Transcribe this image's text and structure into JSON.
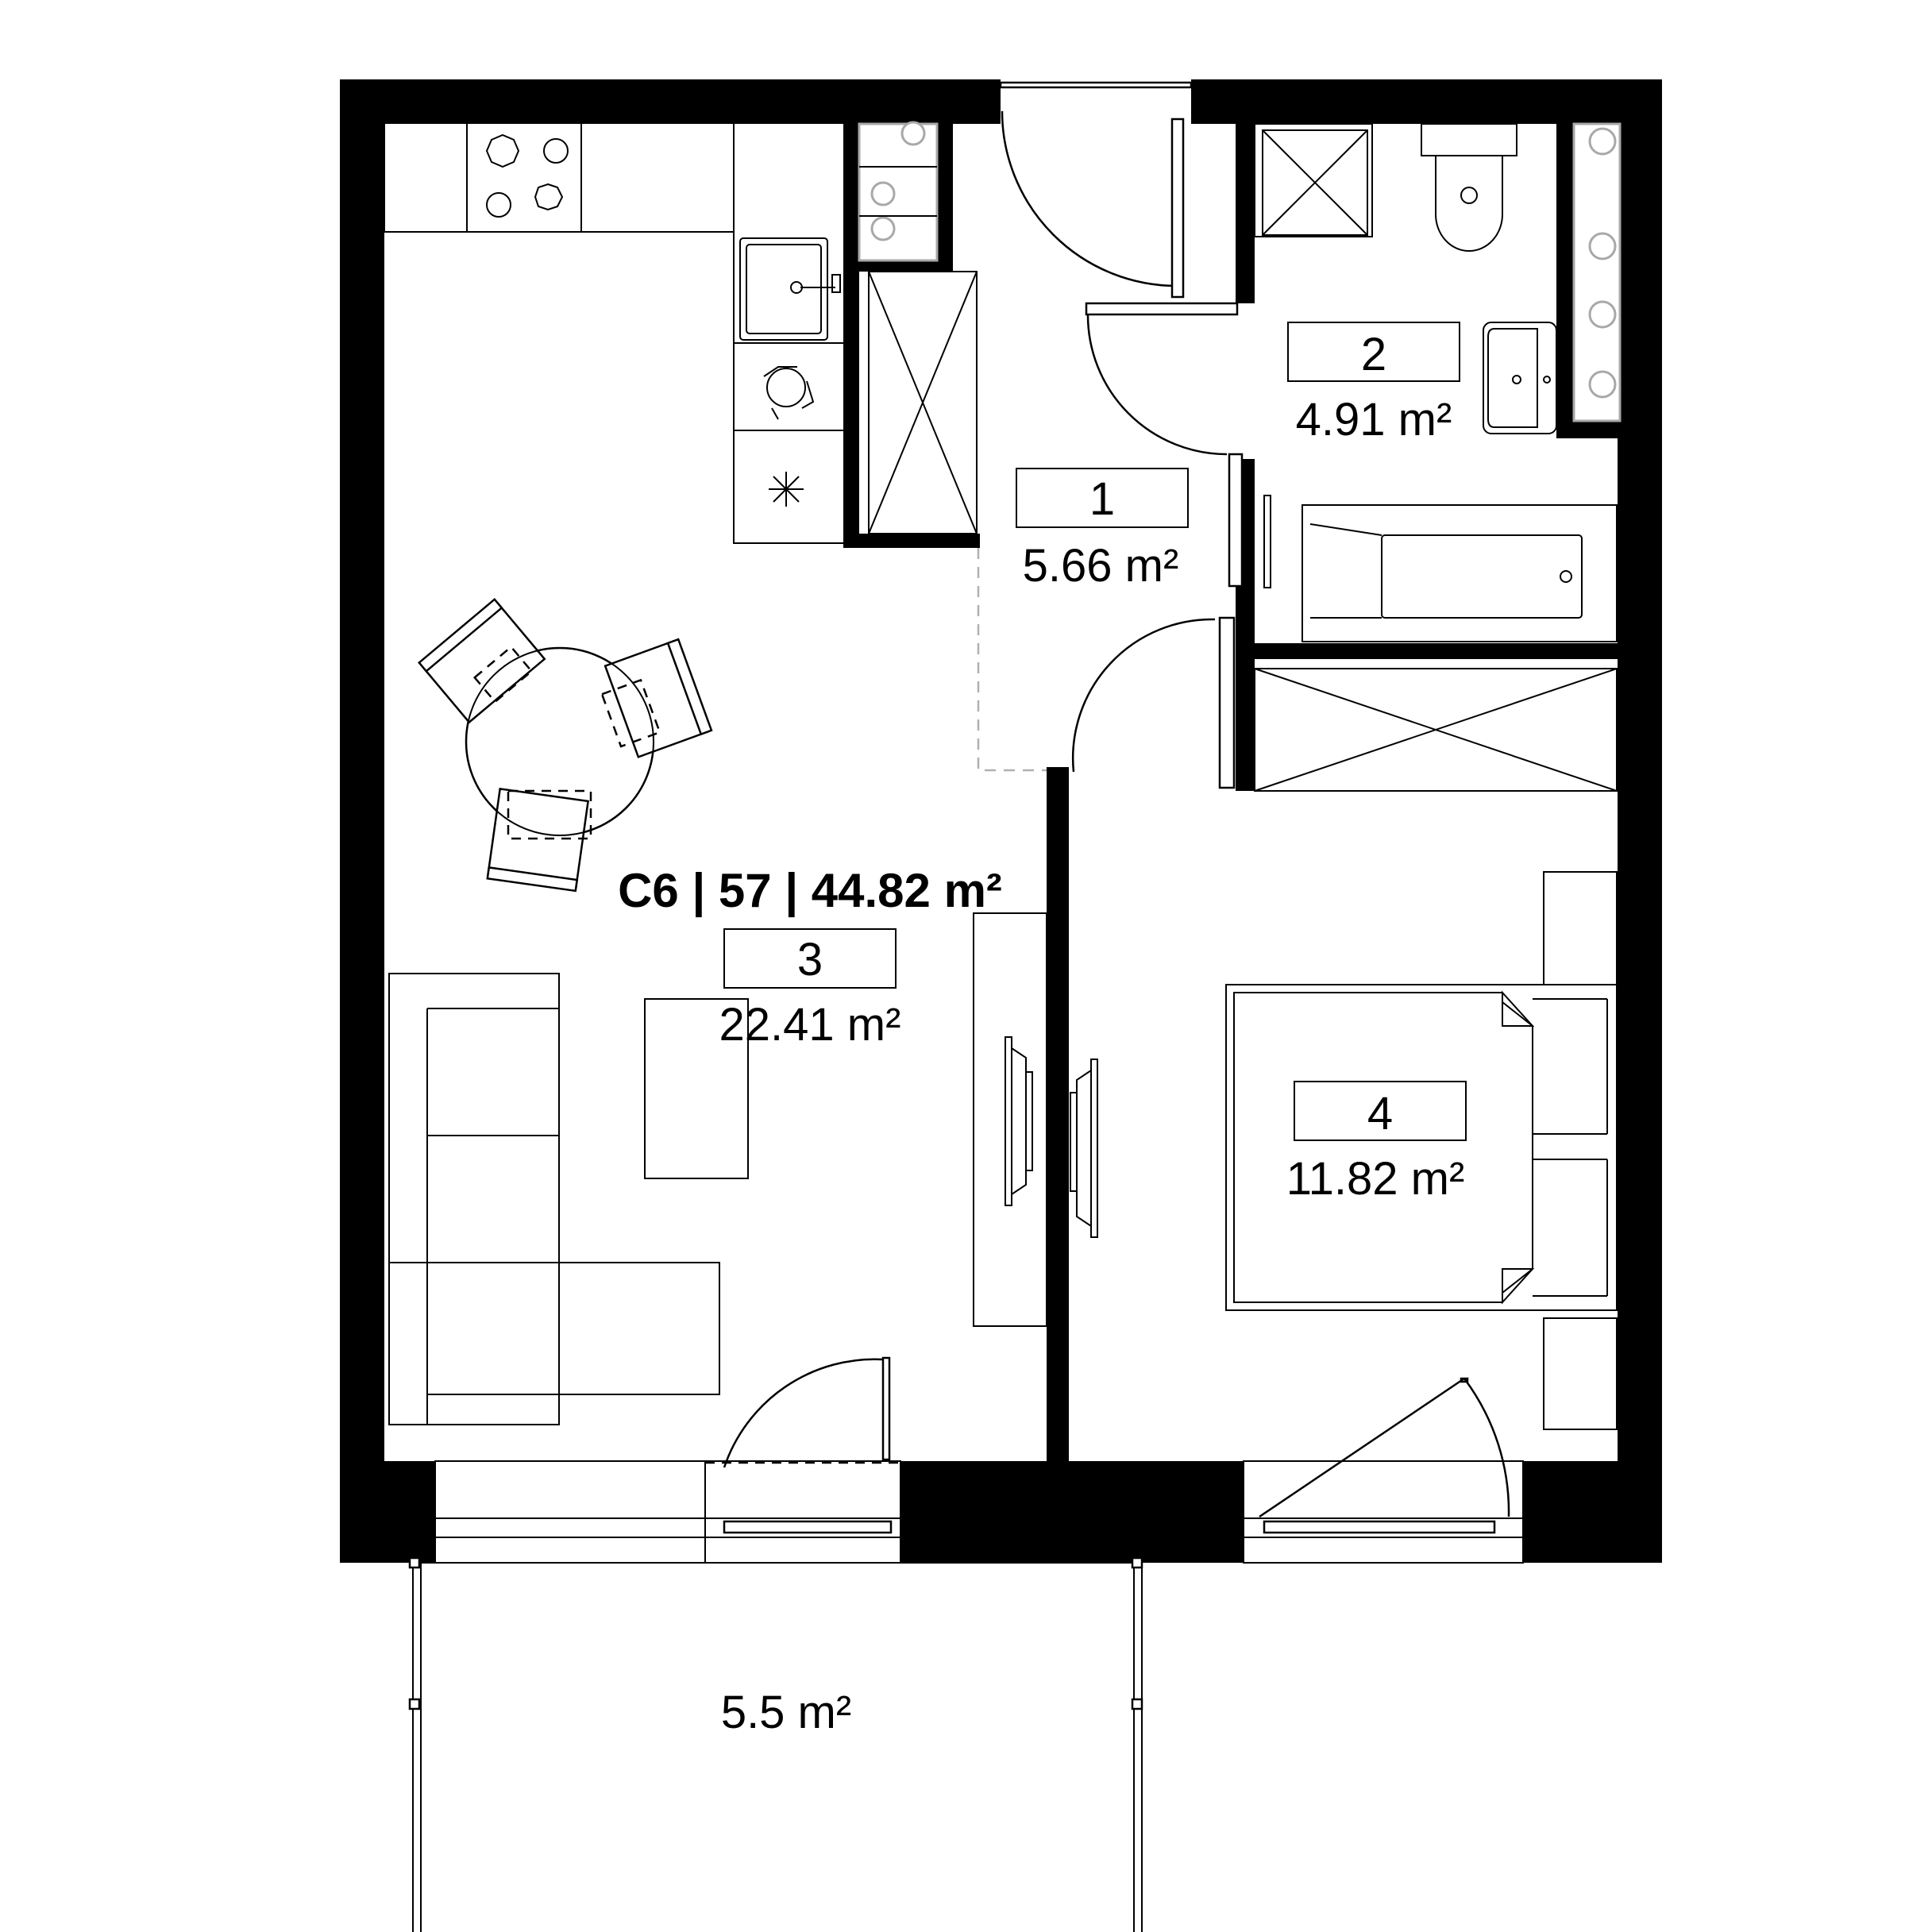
{
  "plan": {
    "unit_label": "C6 | 57 | 44.82 m²",
    "rooms": [
      {
        "number": "1",
        "area": "5.66 m²"
      },
      {
        "number": "2",
        "area": "4.91 m²"
      },
      {
        "number": "3",
        "area": "22.41 m²"
      },
      {
        "number": "4",
        "area": "11.82 m²"
      }
    ],
    "balcony": {
      "area": "5.5 m²"
    }
  },
  "colors": {
    "walls": "#000000",
    "background": "#ffffff"
  }
}
